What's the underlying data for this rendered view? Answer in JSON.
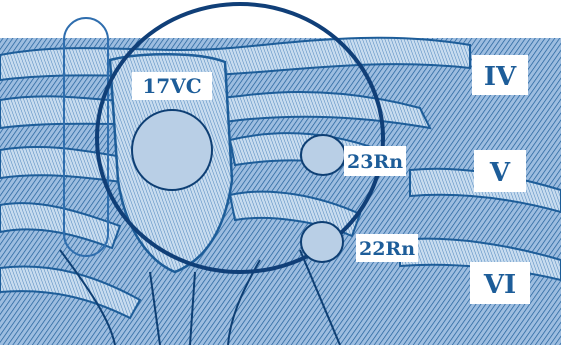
{
  "figure": {
    "labels": {
      "acupoint_17vc": "17VC",
      "acupoint_23rn": "23Rn",
      "acupoint_22rn": "22Rn",
      "rib_iv": "IV",
      "rib_v": "V",
      "rib_vi": "VI"
    },
    "colors": {
      "ink": "#1d5d99",
      "ink_dark": "#0e3f74",
      "paper": "#ffffff",
      "tint": "#bcd3ea"
    }
  }
}
